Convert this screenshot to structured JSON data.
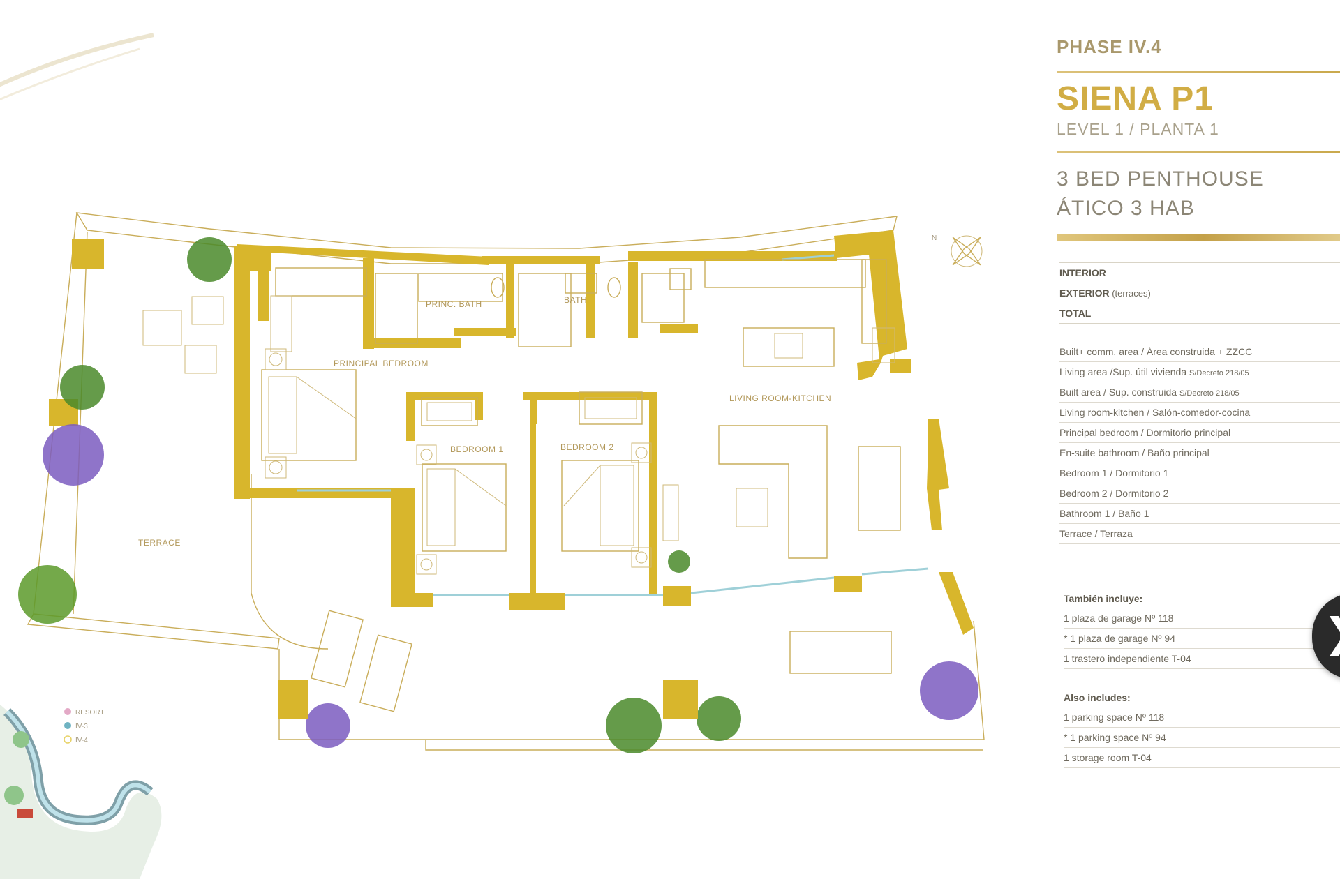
{
  "header": {
    "phase": "PHASE IV.4",
    "model": "SIENA P1",
    "level": "LEVEL 1 / PLANTA 1",
    "typology_en": "3 BED PENTHOUSE",
    "typology_es": "ÁTICO 3 HAB"
  },
  "summary_rows": [
    {
      "label": "INTERIOR",
      "suffix": ""
    },
    {
      "label": "EXTERIOR",
      "suffix": " (terraces)"
    },
    {
      "label": "TOTAL",
      "suffix": ""
    }
  ],
  "area_rows": [
    {
      "main": "Built+ comm. area / Área construida + ZZCC",
      "small": ""
    },
    {
      "main": "Living area /Sup. útil vivienda ",
      "small": "S/Decreto 218/05"
    },
    {
      "main": "Built area / Sup. construida ",
      "small": "S/Decreto 218/05"
    },
    {
      "main": "Living room-kitchen / Salón-comedor-cocina",
      "small": ""
    },
    {
      "main": "Principal bedroom / Dormitorio principal",
      "small": ""
    },
    {
      "main": "En-suite bathroom / Baño principal",
      "small": ""
    },
    {
      "main": "Bedroom 1 / Dormitorio 1",
      "small": ""
    },
    {
      "main": "Bedroom 2 / Dormitorio 2",
      "small": ""
    },
    {
      "main": "Bathroom 1 / Baño 1",
      "small": ""
    },
    {
      "main": "Terrace / Terraza",
      "small": ""
    }
  ],
  "includes_es": {
    "heading": "También incluye:",
    "items": [
      "1 plaza de garage Nº 118",
      "* 1 plaza de garage Nº 94",
      "1 trastero independiente T-04"
    ]
  },
  "includes_en": {
    "heading": "Also includes:",
    "items": [
      "1 parking space Nº 118",
      "* 1 parking space Nº 94",
      "1 storage room T-04"
    ]
  },
  "rooms": {
    "princ_bath": "PRINC. BATH",
    "bath": "BATH",
    "principal_bedroom": "PRINCIPAL BEDROOM",
    "bedroom_1": "BEDROOM 1",
    "bedroom_2": "BEDROOM 2",
    "living_kitchen": "LIVING ROOM-KITCHEN",
    "terrace": "TERRACE"
  },
  "legend": [
    {
      "label": "RESORT",
      "color": "#e3a9c6"
    },
    {
      "label": "IV-3",
      "color": "#6fb3c2"
    },
    {
      "label": "IV-4",
      "color": "#e8d36a"
    }
  ],
  "colors": {
    "gold_wall": "#d8b62c",
    "gold_text": "#d1ad45",
    "glass": "#9fd0d8",
    "next_button_bg": "#2a2a2a"
  },
  "icons": {
    "compass": "compass-rose-icon",
    "next": "chevron-right-icon"
  }
}
